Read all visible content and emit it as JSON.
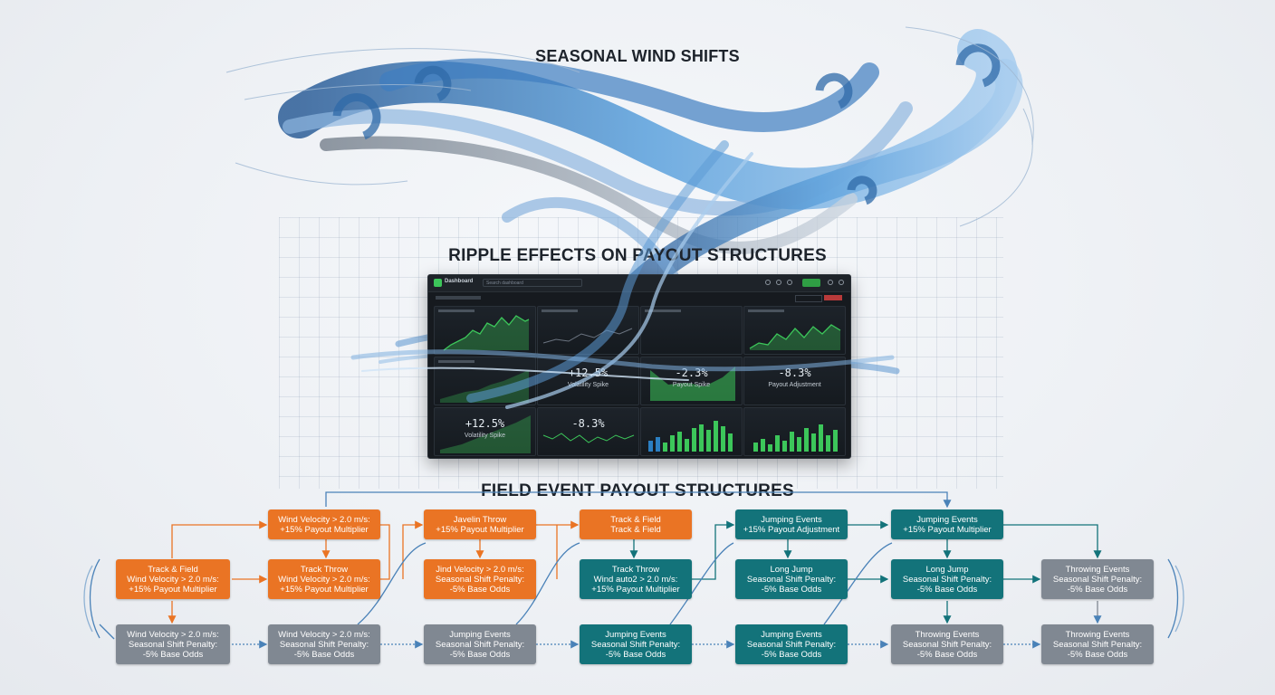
{
  "headings": {
    "top": "SEASONAL WIND SHIFTS",
    "middle": "RIPPLE EFFECTS ON PAYOUT STRUCTURES",
    "bottom": "FIELD EVENT PAYOUT STRUCTURES"
  },
  "dashboard": {
    "brand": "Dashboard",
    "search_placeholder": "Search dashboard",
    "stat_panels": [
      {
        "value": "+12.5%",
        "label": "Volatility Spike"
      },
      {
        "value": "-2.3%",
        "label": "Payout Spike"
      },
      {
        "value": "-8.3%",
        "label": "Payout Adjustment"
      },
      {
        "value": "+12.5%",
        "label": "Volatility Spike"
      },
      {
        "value": "-8.3%",
        "label": ""
      }
    ]
  },
  "colors": {
    "orange": "#ea7424",
    "teal": "#13737a",
    "gray": "#808892",
    "chart_green": "#3cc65a",
    "wind_blue": "#4f8fd0"
  },
  "flow": {
    "nodes": [
      {
        "id": "o1",
        "color": "orange",
        "lines": [
          "Wind Velocity > 2.0 m/s:",
          "+15% Payout Multiplier"
        ]
      },
      {
        "id": "o2",
        "color": "orange",
        "lines": [
          "Javelin Throw",
          "+15% Payout Multiplier"
        ]
      },
      {
        "id": "o3",
        "color": "orange",
        "lines": [
          "Track & Field",
          "Track & Field"
        ]
      },
      {
        "id": "t1",
        "color": "teal",
        "lines": [
          "Jumping Events",
          "+15% Payout Adjustment"
        ]
      },
      {
        "id": "t2",
        "color": "teal",
        "lines": [
          "Jumping Events",
          "+15% Payout Multiplier"
        ]
      },
      {
        "id": "o4",
        "color": "orange",
        "lines": [
          "Track & Field",
          "Wind Velocity > 2.0 m/s:",
          "+15% Payout Multiplier"
        ]
      },
      {
        "id": "o5",
        "color": "orange",
        "lines": [
          "Track Throw",
          "Wind Velocity > 2.0 m/s:",
          "+15% Payout Multiplier"
        ]
      },
      {
        "id": "o6",
        "color": "orange",
        "lines": [
          "Jind Velocity > 2.0 m/s:",
          "Seasonal Shift Penalty:",
          "-5% Base Odds"
        ]
      },
      {
        "id": "t3",
        "color": "teal",
        "lines": [
          "Track Throw",
          "Wind auto2 > 2.0 m/s:",
          "+15% Payout Multiplier"
        ]
      },
      {
        "id": "t4",
        "color": "teal",
        "lines": [
          "Long Jump",
          "Seasonal Shift Penalty:",
          "-5% Base Odds"
        ]
      },
      {
        "id": "t5",
        "color": "teal",
        "lines": [
          "Long Jump",
          "Seasonal Shift Penalty:",
          "-5% Base Odds"
        ]
      },
      {
        "id": "g1",
        "color": "gray",
        "lines": [
          "Throwing Events",
          "Seasonal Shift Penalty:",
          "-5% Base Odds"
        ]
      },
      {
        "id": "g2",
        "color": "gray",
        "lines": [
          "Wind Velocity > 2.0 m/s:",
          "Seasonal Shift Penalty:",
          "-5% Base Odds"
        ]
      },
      {
        "id": "g3",
        "color": "gray",
        "lines": [
          "Wind Velocity > 2.0 m/s:",
          "Seasonal Shift Penalty:",
          "-5% Base Odds"
        ]
      },
      {
        "id": "g4",
        "color": "gray",
        "lines": [
          "Jumping Events",
          "Seasonal Shift Penalty:",
          "-5% Base Odds"
        ]
      },
      {
        "id": "t6",
        "color": "teal",
        "lines": [
          "Jumping Events",
          "Seasonal Shift Penalty:",
          "-5% Base Odds"
        ]
      },
      {
        "id": "t7",
        "color": "teal",
        "lines": [
          "Jumping Events",
          "Seasonal Shift Penalty:",
          "-5% Base Odds"
        ]
      },
      {
        "id": "g5",
        "color": "gray",
        "lines": [
          "Throwing Events",
          "Seasonal Shift Penalty:",
          "-5% Base Odds"
        ]
      },
      {
        "id": "g6",
        "color": "gray",
        "lines": [
          "Throwing Events",
          "Seasonal Shift Penalty:",
          "-5% Base Odds"
        ]
      }
    ]
  }
}
